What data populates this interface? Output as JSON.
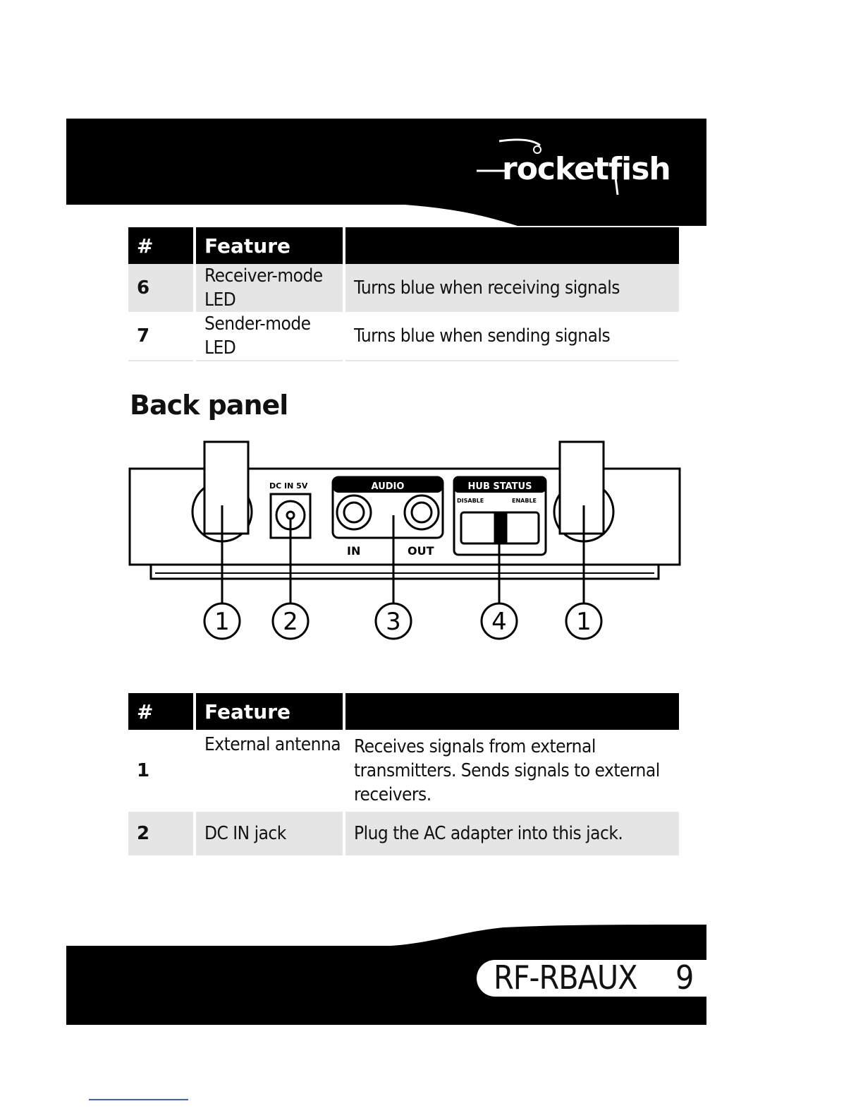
{
  "brand": {
    "logo_text": "rocketfish"
  },
  "table_top": {
    "headers": [
      "#",
      "Feature",
      ""
    ],
    "rows": [
      {
        "num": "6",
        "feature": "Receiver-mode LED",
        "description": "Turns blue when receiving signals"
      },
      {
        "num": "7",
        "feature": "Sender-mode LED",
        "description": "Turns blue when sending signals"
      }
    ]
  },
  "section": {
    "title": "Back panel"
  },
  "diagram": {
    "dc_label": "DC IN 5V",
    "audio_label": "AUDIO",
    "audio_in": "IN",
    "audio_out": "OUT",
    "hub_label": "HUB STATUS",
    "disable_label": "DISABLE",
    "enable_label": "ENABLE",
    "callouts": [
      "1",
      "2",
      "3",
      "4",
      "1"
    ]
  },
  "table_bottom": {
    "headers": [
      "#",
      "Feature",
      ""
    ],
    "rows": [
      {
        "num": "1",
        "feature": "External antenna",
        "description": "Receives signals from external transmitters. Sends signals to external receivers."
      },
      {
        "num": "2",
        "feature": "DC IN jack",
        "description": "Plug the AC adapter into this jack."
      }
    ]
  },
  "footer": {
    "model": "RF-RBAUX",
    "page_number": "9"
  }
}
